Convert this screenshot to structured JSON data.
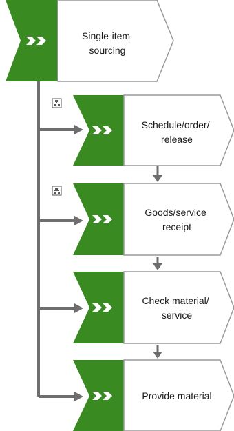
{
  "diagram": {
    "main_process": {
      "lines": [
        "Single-item",
        "sourcing"
      ],
      "icon": "process-chevron-icon"
    },
    "steps": [
      {
        "id": "schedule",
        "lines": [
          "Schedule/order/",
          "release"
        ],
        "has_assignment_icon": true
      },
      {
        "id": "goods",
        "lines": [
          "Goods/service",
          "receipt"
        ],
        "has_assignment_icon": true
      },
      {
        "id": "check",
        "lines": [
          "Check material/",
          "service"
        ],
        "has_assignment_icon": false
      },
      {
        "id": "provide",
        "lines": [
          "Provide material"
        ],
        "has_assignment_icon": false
      }
    ],
    "colors": {
      "green": "#3a8a22",
      "green_dark": "#2f7619",
      "outline": "#9a9a9a",
      "connector": "#6e6e6e",
      "chevron": "#ffffff"
    },
    "icons": {
      "step_marker": "process-chevron-icon",
      "assignment": "assignment-hierarchy-icon"
    }
  }
}
